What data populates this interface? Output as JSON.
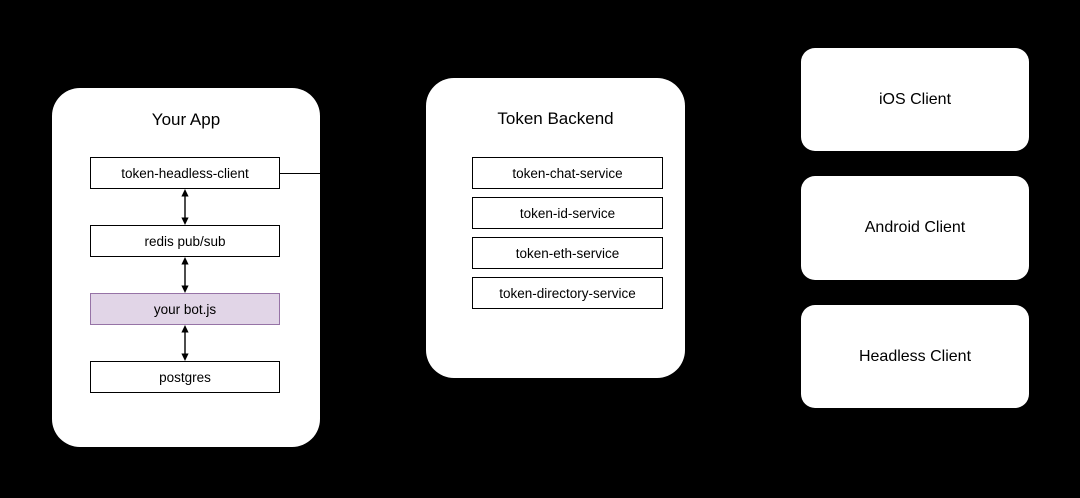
{
  "diagram": {
    "background_color": "#000000",
    "accent_fill": "#e1d5e7",
    "accent_stroke": "#9673a6",
    "box_stroke": "#000000",
    "card_fill": "#ffffff"
  },
  "groups": [
    {
      "id": "your-app",
      "title": "Your App",
      "boxes": [
        {
          "label": "token-headless-client",
          "highlight": false
        },
        {
          "label": "redis pub/sub",
          "highlight": false
        },
        {
          "label": "your bot.js",
          "highlight": true
        },
        {
          "label": "postgres",
          "highlight": false
        }
      ]
    },
    {
      "id": "token-backend",
      "title": "Token Backend",
      "boxes": [
        {
          "label": "token-chat-service",
          "highlight": false
        },
        {
          "label": "token-id-service",
          "highlight": false
        },
        {
          "label": "token-eth-service",
          "highlight": false
        },
        {
          "label": "token-directory-service",
          "highlight": false
        }
      ]
    }
  ],
  "clients": [
    {
      "id": "ios-client",
      "label": "iOS Client"
    },
    {
      "id": "android-client",
      "label": "Android Client"
    },
    {
      "id": "headless-client",
      "label": "Headless Client"
    }
  ],
  "connectors": {
    "your_app_vertical_arrows": 3,
    "headless_client_link": "horizontal-line"
  }
}
